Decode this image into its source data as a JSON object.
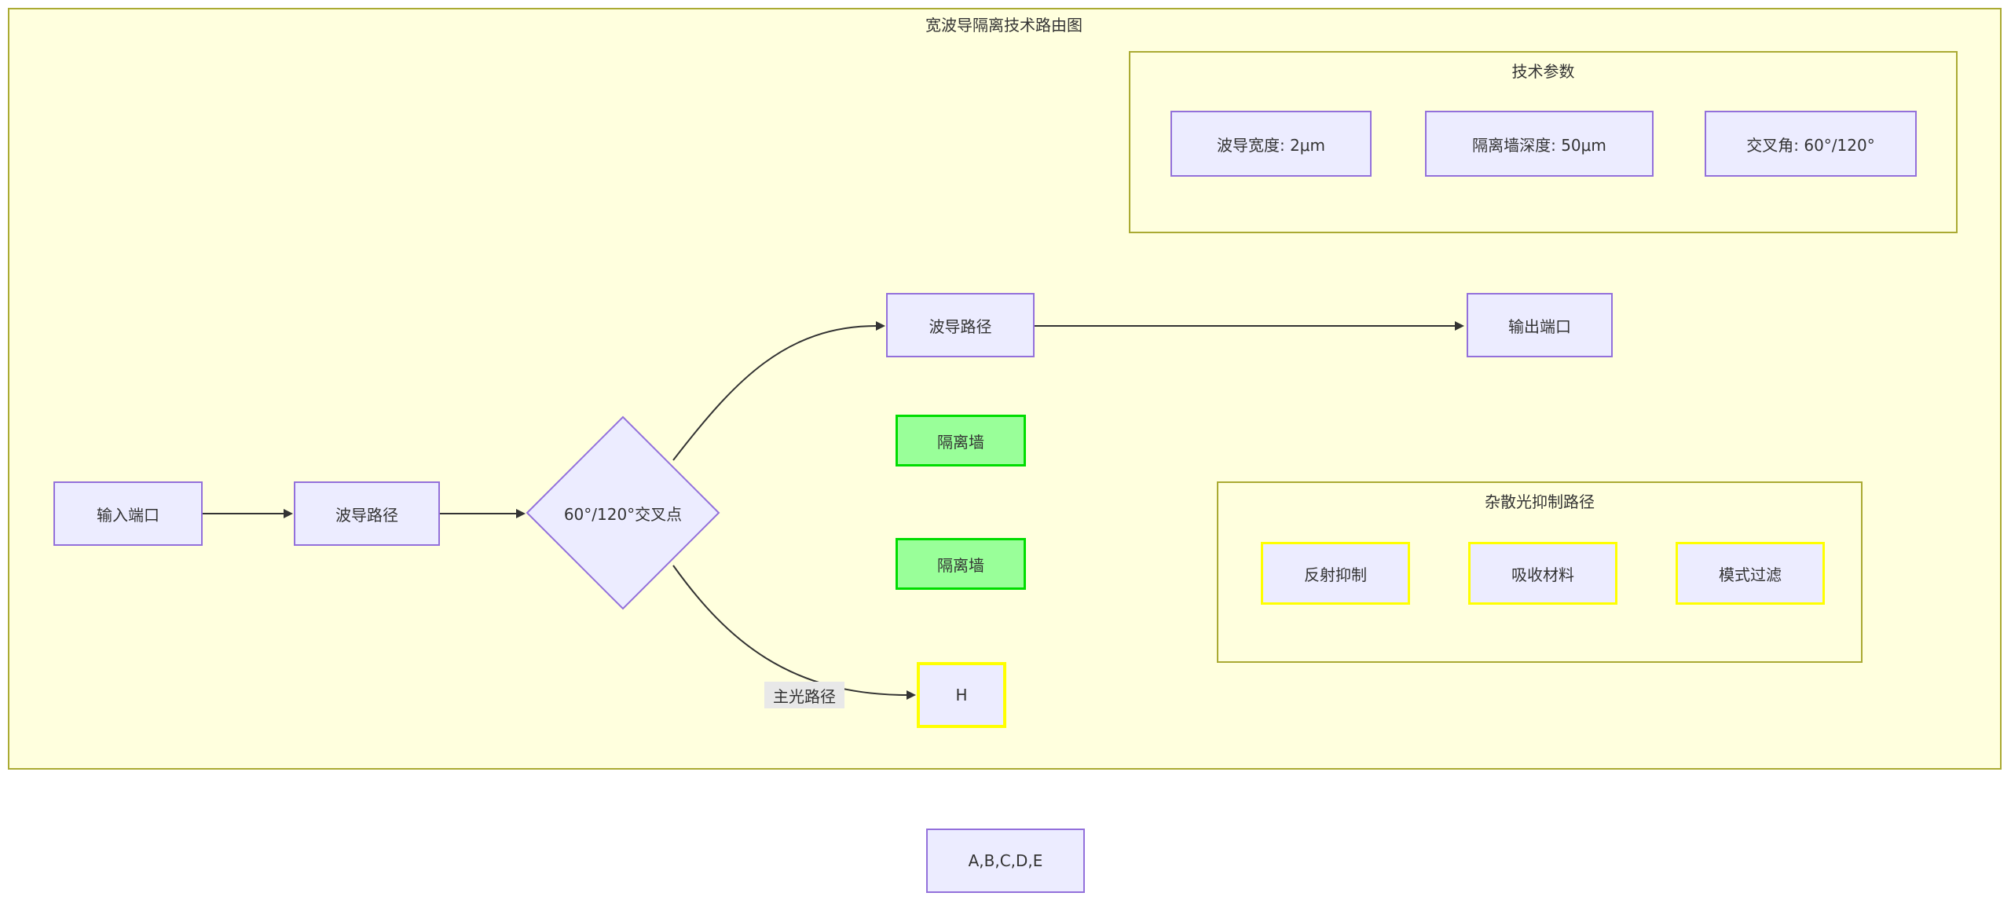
{
  "diagram": {
    "title": "宽波导隔离技术路由图",
    "nodes": {
      "input_port": "输入端口",
      "waveguide_path_1": "波导路径",
      "cross_point": "60°/120°交叉点",
      "waveguide_path_2": "波导路径",
      "output_port": "输出端口",
      "isolation_wall_1": "隔离墙",
      "isolation_wall_2": "隔离墙",
      "h_node": "H",
      "abcde_node": "A,B,C,D,E"
    },
    "edge_labels": {
      "main_optical_path": "主光路径"
    },
    "subgraphs": {
      "tech_params": {
        "title": "技术参数",
        "items": [
          "波导宽度: 2μm",
          "隔离墙深度: 50μm",
          "交叉角: 60°/120°"
        ]
      },
      "stray_light": {
        "title": "杂散光抑制路径",
        "items": [
          "反射抑制",
          "吸收材料",
          "模式过滤"
        ]
      }
    },
    "colors": {
      "container_fill": "#ffffde",
      "container_border": "#aaaa33",
      "node_fill": "#ECECFF",
      "node_border": "#9370DB",
      "green_fill": "#99ff99",
      "green_border": "#00dd00",
      "yellow_border": "#ffff00",
      "edge": "#333333",
      "edge_label_bg": "#e8e8e8",
      "text": "#333333"
    }
  }
}
